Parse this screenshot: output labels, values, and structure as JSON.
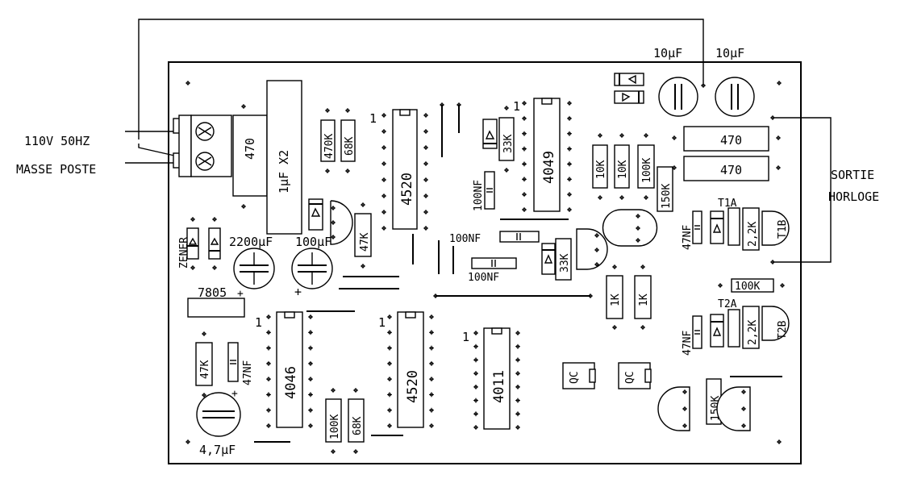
{
  "labels": {
    "input_power": "110V 50HZ",
    "ground": "MASSE POSTE",
    "output": "SORTIE",
    "output2": "HORLOGE",
    "zener": "ZENER",
    "reg": "7805",
    "cap_2200": "2200",
    "cap_100": "100",
    "cap_47": "4,7",
    "cap_10a": "10",
    "cap_10b": "10",
    "unit_mu": "µF",
    "cap_1uf": "1µF X2",
    "r_470_term": "470",
    "r_470k": "470K",
    "r_68k_top": "68K",
    "r_33k_a": "33K",
    "r_33k_b": "33K",
    "r_47k_a": "47K",
    "r_47k_b": "47K",
    "r_10k_a": "10K",
    "r_10k_b": "10K",
    "r_100k_a": "100K",
    "r_150k_a": "150K",
    "r_470_a": "470",
    "r_470_b": "470",
    "r_100k_b": "100K",
    "r_100k_c": "100K",
    "r_68k_bot": "68K",
    "r_1k_a": "1K",
    "r_1k_b": "1K",
    "r_22k_a": "2,2K",
    "r_22k_b": "2,2K",
    "r_150k_b": "150K",
    "c_100nf_a": "100NF",
    "c_100nf_b": "100NF",
    "c_100nf_c": "100NF",
    "c_47nf_a": "47NF",
    "c_47nf_b": "47NF",
    "c_47nf_c": "47NF",
    "ic_4520_top": "4520",
    "ic_4049": "4049",
    "ic_4046": "4046",
    "ic_4520_bot": "4520",
    "ic_4011": "4011",
    "pin1": "1",
    "qc_a": "QC",
    "qc_b": "QC",
    "t1a": "T1A",
    "t1b": "T1B",
    "t2a": "T2A",
    "t2b": "T2B",
    "plus": "+"
  }
}
